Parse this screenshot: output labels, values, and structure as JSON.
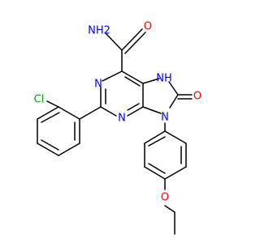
{
  "molecule": {
    "atoms": {
      "nh2": "NH2",
      "o_amide": "O",
      "n_ring_upper": "N",
      "n_ring_lower": "N",
      "nh_imidazolone": "NH",
      "o_carbonyl": "O",
      "n_aryl": "N",
      "cl": "Cl",
      "o_ether": "O"
    },
    "colors": {
      "bond": "#000000",
      "nitrogen": "#0000ff",
      "oxygen": "#ff0000",
      "chlorine": "#00aa00"
    }
  }
}
